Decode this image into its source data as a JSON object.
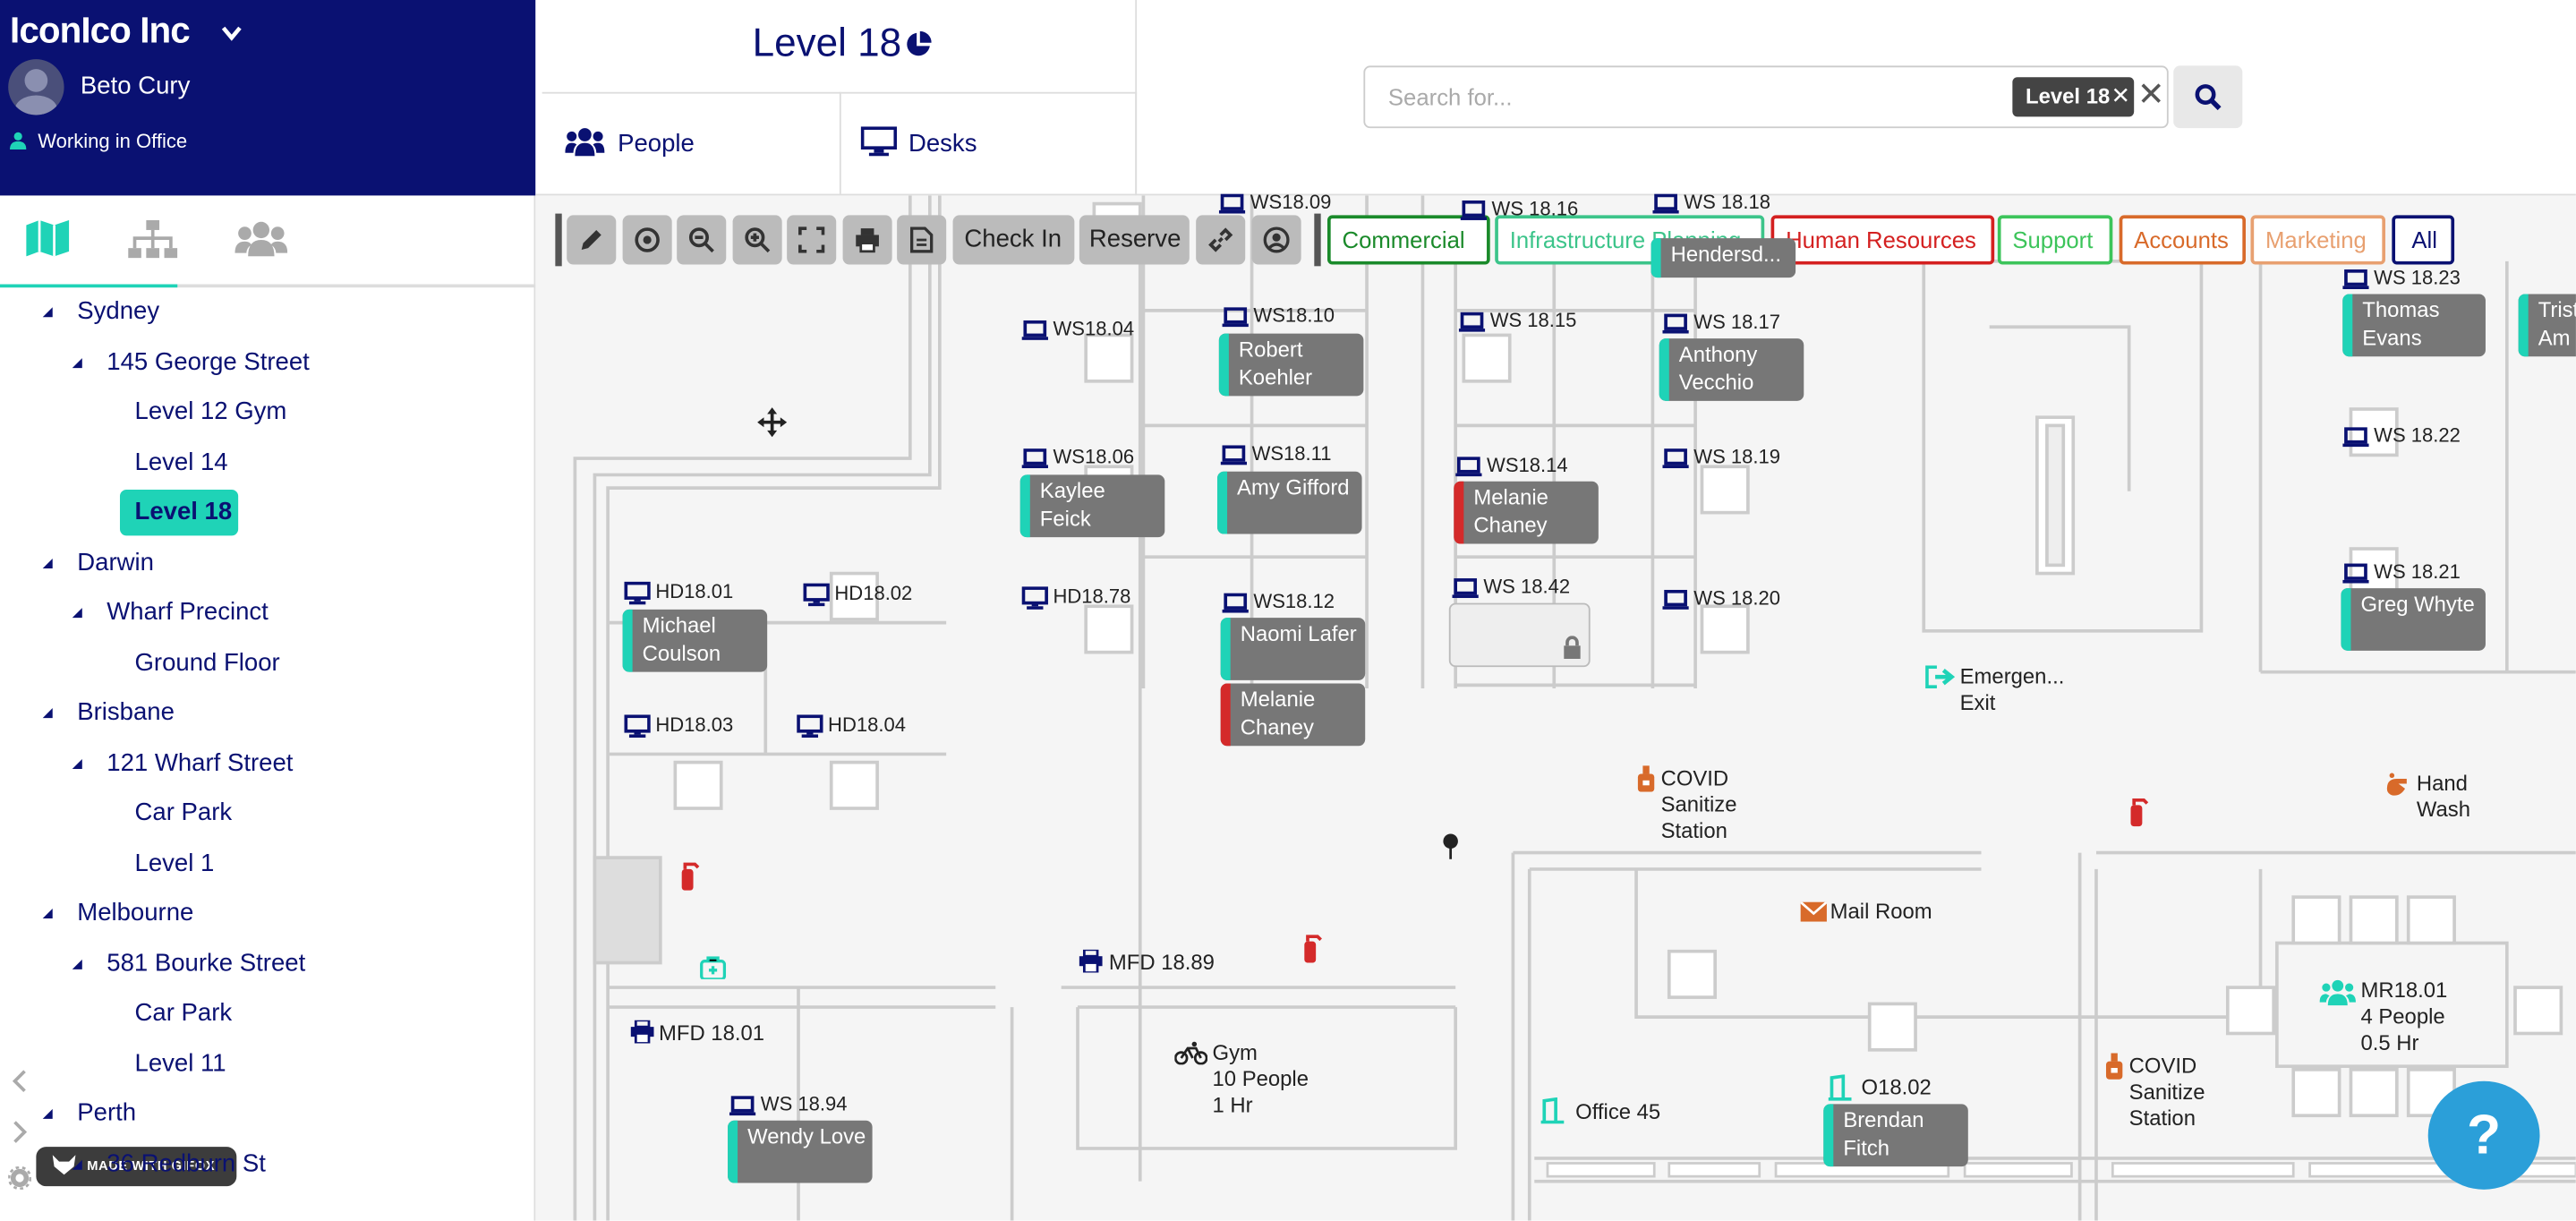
{
  "brand": {
    "org": "IconIco Inc",
    "user": "Beto Cury",
    "status": "Working in Office"
  },
  "tree": [
    {
      "label": "Sydney",
      "level": 1
    },
    {
      "label": "145 George Street",
      "level": 2
    },
    {
      "label": "Level 12 Gym",
      "level": 3
    },
    {
      "label": "Level 14",
      "level": 3
    },
    {
      "label": "Level 18",
      "level": 3,
      "selected": true
    },
    {
      "label": "Darwin",
      "level": 1
    },
    {
      "label": "Wharf Precinct",
      "level": 2
    },
    {
      "label": "Ground Floor",
      "level": 3
    },
    {
      "label": "Brisbane",
      "level": 1
    },
    {
      "label": "121 Wharf Street",
      "level": 2
    },
    {
      "label": "Car Park",
      "level": 3
    },
    {
      "label": "Level 1",
      "level": 3
    },
    {
      "label": "Melbourne",
      "level": 1
    },
    {
      "label": "581 Bourke Street",
      "level": 2
    },
    {
      "label": "Car Park",
      "level": 3
    },
    {
      "label": "Level 11",
      "level": 3
    },
    {
      "label": "Perth",
      "level": 1
    },
    {
      "label": "36 Redburn St",
      "level": 2
    }
  ],
  "gifox": "MADE WITH GIFOX",
  "header": {
    "title": "Level 18",
    "tabs": [
      "People",
      "Desks"
    ]
  },
  "search": {
    "placeholder": "Search for...",
    "chip": "Level 18"
  },
  "toolbar": {
    "checkin": "Check In",
    "reserve": "Reserve"
  },
  "filters": [
    {
      "label": "Commercial",
      "color": "#1a8a2a"
    },
    {
      "label": "Infrastructure Planning",
      "color": "#3cc48a"
    },
    {
      "label": "Human Resources",
      "color": "#d42020"
    },
    {
      "label": "Support",
      "color": "#3cc45a"
    },
    {
      "label": "Accounts",
      "color": "#d86a2a"
    },
    {
      "label": "Marketing",
      "color": "#e8a070"
    },
    {
      "label": "All",
      "color": "#0a1172"
    }
  ],
  "desks": [
    "WS18.09",
    "WS 18.16",
    "WS 18.18",
    "WS18.04",
    "WS18.10",
    "WS 18.15",
    "WS 18.17",
    "WS 18.23",
    "WS18.06",
    "WS18.11",
    "WS18.14",
    "WS 18.19",
    "WS 18.22",
    "HD18.01",
    "HD18.02",
    "HD18.78",
    "WS18.12",
    "WS 18.42",
    "WS 18.20",
    "WS 18.21",
    "HD18.03",
    "HD18.04",
    "WS 18.94"
  ],
  "people": [
    "Hendersd...",
    "Robert Koehler",
    "Anthony Vecchio",
    "Thomas Evans",
    "Trist Am",
    "Kaylee Feick",
    "Amy Gifford",
    "Melanie Chaney",
    "Michael Coulson",
    "Naomi Lafer",
    "Melanie Chaney",
    "Greg Whyte",
    "Wendy Love",
    "Brendan Fitch"
  ],
  "places": {
    "emergency": [
      "Emergen...",
      "Exit"
    ],
    "covid1": [
      "COVID",
      "Sanitize",
      "Station"
    ],
    "handwash": [
      "Hand",
      "Wash"
    ],
    "mail": "Mail Room",
    "mfd1": "MFD 18.89",
    "mfd2": "MFD 18.01",
    "gym": [
      "Gym",
      "10 People",
      "1 Hr"
    ],
    "office": "Office 45",
    "o1802": "O18.02",
    "covid2": [
      "COVID",
      "Sanitize",
      "Station"
    ],
    "mr": [
      "MR18.01",
      "4 People",
      "0.5 Hr"
    ]
  },
  "help": "?"
}
